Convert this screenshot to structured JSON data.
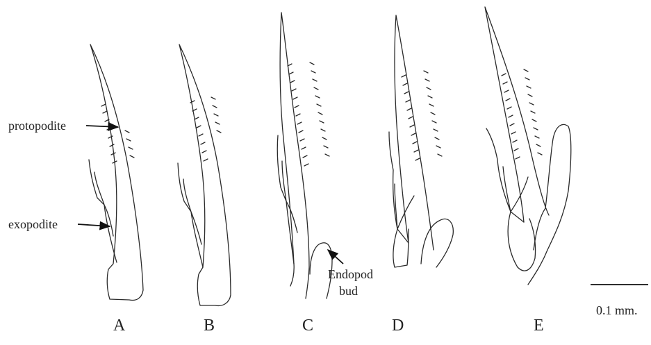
{
  "figure": {
    "labels": {
      "protopodite": "protopodite",
      "exopodite": "exopodite",
      "endopod_line1": "Endopod",
      "endopod_line2": "bud",
      "scale": "0.1 mm."
    },
    "panels": [
      "A",
      "B",
      "C",
      "D",
      "E"
    ]
  }
}
